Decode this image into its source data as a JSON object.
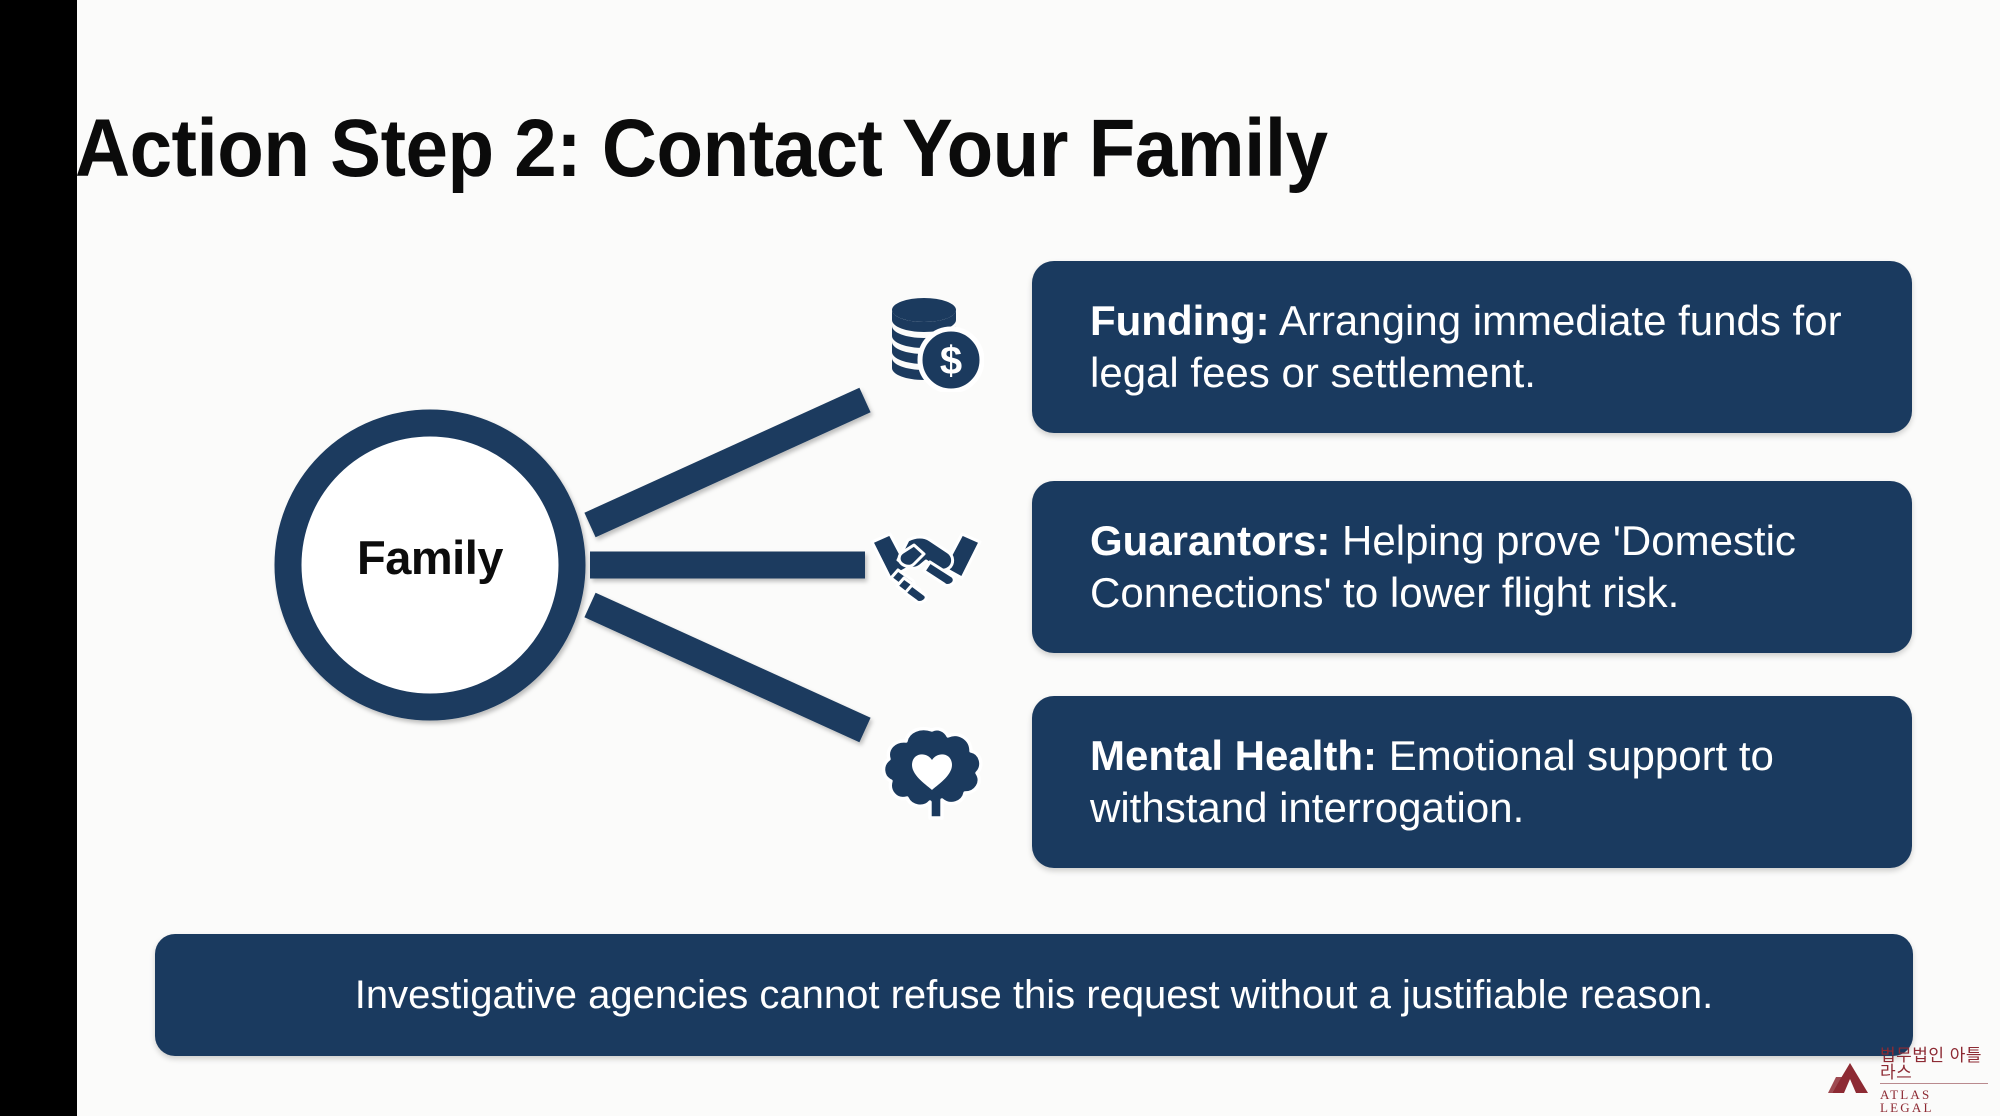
{
  "slide": {
    "title": "Action Step 2: Contact Your Family",
    "background_color": "#fbfbfa",
    "accent_navy": "#1a3a5f",
    "sidebar_color": "#000000"
  },
  "diagram": {
    "hub_label": "Family",
    "hub_stroke_color": "#1b3a5e",
    "connector_color": "#1b3a5e",
    "icons": [
      {
        "name": "coin-stack-dollar-icon",
        "label": "Funding"
      },
      {
        "name": "handshake-icon",
        "label": "Guarantors"
      },
      {
        "name": "brain-heart-icon",
        "label": "Mental Health"
      }
    ]
  },
  "cards": [
    {
      "lead": "Funding:",
      "body": " Arranging immediate funds for legal fees or settlement."
    },
    {
      "lead": "Guarantors:",
      "body": " Helping prove 'Domestic Connections' to lower flight risk."
    },
    {
      "lead": "Mental Health:",
      "body": " Emotional support to withstand interrogation."
    }
  ],
  "banner": {
    "text": "Investigative agencies cannot refuse this request without a justifiable reason."
  },
  "logo": {
    "korean": "법무법인 아틀라스",
    "english": "ATLAS LEGAL",
    "color": "#8d2a33"
  }
}
